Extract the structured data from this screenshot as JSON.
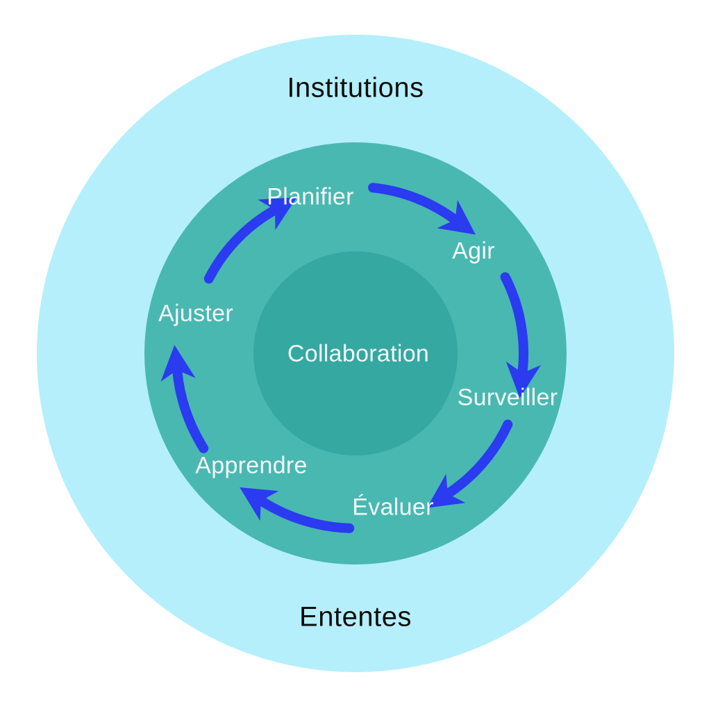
{
  "diagram": {
    "title_context": "cycle-process-diagram",
    "outer_ring": {
      "label_top": "Institutions",
      "label_bottom": "Ententes"
    },
    "center": {
      "label": "Collaboration"
    },
    "cycle_steps": [
      {
        "label": "Planifier"
      },
      {
        "label": "Agir"
      },
      {
        "label": "Surveiller"
      },
      {
        "label": "Évaluer"
      },
      {
        "label": "Apprendre"
      },
      {
        "label": "Ajuster"
      }
    ],
    "colors": {
      "outer_circle": "#B5EFFB",
      "ring_circle": "#49B8B1",
      "inner_circle": "#34A8A1",
      "arrow": "#2A3BF0",
      "outer_text": "#0E0E0E",
      "ring_text": "#F2FBFA"
    }
  }
}
